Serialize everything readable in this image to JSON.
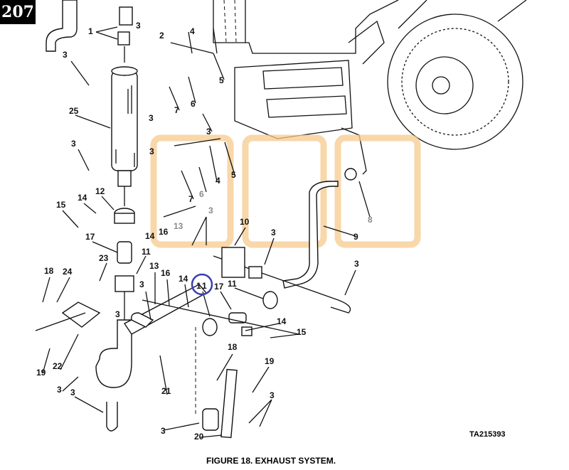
{
  "page_number": "207",
  "figure_title": "FIGURE 18. EXHAUST SYSTEM.",
  "figure_ref": "TA215393",
  "highlight_color": "#f5c98c",
  "marker_color": "#3a3fb0",
  "callouts": [
    "1",
    "3",
    "2",
    "4",
    "3",
    "5",
    "25",
    "7",
    "6",
    "3",
    "3",
    "3",
    "3",
    "5",
    "4",
    "6",
    "7",
    "8",
    "3",
    "9",
    "10",
    "3",
    "14",
    "12",
    "15",
    "13",
    "16",
    "14",
    "17",
    "11",
    "23",
    "18",
    "24",
    "13",
    "16",
    "3",
    "14",
    "11",
    "17",
    "11",
    "3",
    "3",
    "14",
    "15",
    "18",
    "19",
    "3",
    "19",
    "22",
    "3",
    "3",
    "21",
    "3",
    "20"
  ]
}
